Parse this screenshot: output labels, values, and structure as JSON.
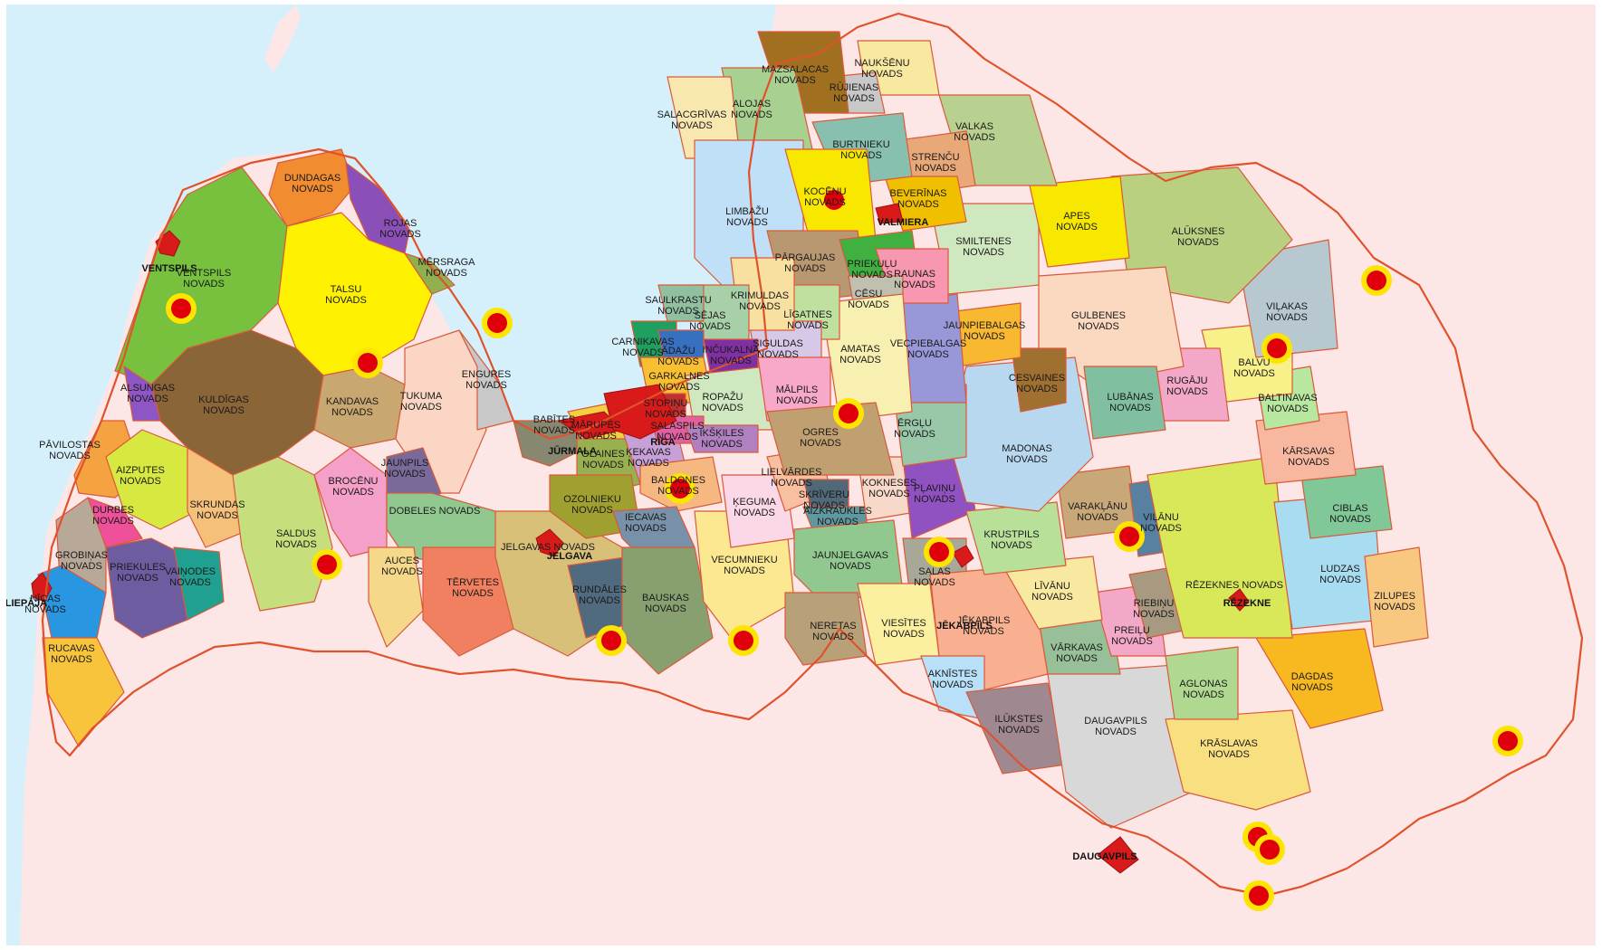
{
  "map": {
    "colors": {
      "sea": "#d6f0fb",
      "land_outside": "#fde6e6",
      "border": "#e0522c",
      "marker_ring": "#ffe400",
      "marker_dot": "#e0000b"
    },
    "cities": [
      "VENTSPILS",
      "LIEPĀJA",
      "JŪRMALA",
      "RĪGA",
      "JELGAVA",
      "VALMIERA",
      "JĒKABPILS",
      "RĒZEKNE",
      "DAUGAVPILS"
    ],
    "municipalities": [
      {
        "name": "DUNDAGAS",
        "suffix": "NOVADS",
        "color": "#f18c30"
      },
      {
        "name": "ROJAS",
        "suffix": "NOVADS",
        "color": "#8b4fb8"
      },
      {
        "name": "VENTSPILS",
        "suffix": "NOVADS",
        "color": "#78c13e"
      },
      {
        "name": "TALSU",
        "suffix": "NOVADS",
        "color": "#fff200"
      },
      {
        "name": "MĒRSRAGA",
        "suffix": "NOVADS",
        "color": "#90b050"
      },
      {
        "name": "KULDĪGAS",
        "suffix": "NOVADS",
        "color": "#8a6538"
      },
      {
        "name": "ALSUNGAS",
        "suffix": "NOVADS",
        "color": "#8e56c4"
      },
      {
        "name": "KANDAVAS",
        "suffix": "NOVADS",
        "color": "#c8a870"
      },
      {
        "name": "TUKUMA",
        "suffix": "NOVADS",
        "color": "#fbd6c4"
      },
      {
        "name": "ENGURES",
        "suffix": "NOVADS",
        "color": "#c8c8c8"
      },
      {
        "name": "PĀVILOSTAS",
        "suffix": "NOVADS",
        "color": "#f4a340"
      },
      {
        "name": "AIZPUTES",
        "suffix": "NOVADS",
        "color": "#d7e840"
      },
      {
        "name": "DURBES",
        "suffix": "NOVADS",
        "color": "#ee5099"
      },
      {
        "name": "SKRUNDAS",
        "suffix": "NOVADS",
        "color": "#f5c07a"
      },
      {
        "name": "SALDUS",
        "suffix": "NOVADS",
        "color": "#c6df7c"
      },
      {
        "name": "BROCĒNU",
        "suffix": "NOVADS",
        "color": "#f4a0c8"
      },
      {
        "name": "JAUNPILS",
        "suffix": "NOVADS",
        "color": "#7a6a9a"
      },
      {
        "name": "DOBELES NOVADS",
        "suffix": "",
        "color": "#90c890"
      },
      {
        "name": "GROBIŅAS",
        "suffix": "NOVADS",
        "color": "#b8a898"
      },
      {
        "name": "PRIEKULES",
        "suffix": "NOVADS",
        "color": "#6e5ca0"
      },
      {
        "name": "VAIŅODES",
        "suffix": "NOVADS",
        "color": "#20a090"
      },
      {
        "name": "NĪCAS",
        "suffix": "NOVADS",
        "color": "#2896e0"
      },
      {
        "name": "RUCAVAS",
        "suffix": "NOVADS",
        "color": "#f8c43c"
      },
      {
        "name": "AUCES",
        "suffix": "NOVADS",
        "color": "#f5d88a"
      },
      {
        "name": "TĒRVETES",
        "suffix": "NOVADS",
        "color": "#f08060"
      },
      {
        "name": "JELGAVAS NOVADS",
        "suffix": "",
        "color": "#d8c078"
      },
      {
        "name": "BABĪTES",
        "suffix": "NOVADS",
        "color": "#888870"
      },
      {
        "name": "MĀRUPES",
        "suffix": "NOVADS",
        "color": "#f4d040"
      },
      {
        "name": "OLAINES",
        "suffix": "NOVADS",
        "color": "#98b050"
      },
      {
        "name": "ĶEKAVAS",
        "suffix": "NOVADS",
        "color": "#c8a0d8"
      },
      {
        "name": "OZOLNIEKU",
        "suffix": "NOVADS",
        "color": "#a0a030"
      },
      {
        "name": "BALDONES",
        "suffix": "NOVADS",
        "color": "#f4b880"
      },
      {
        "name": "IECAVAS",
        "suffix": "NOVADS",
        "color": "#7890a8"
      },
      {
        "name": "RUNDĀLES",
        "suffix": "NOVADS",
        "color": "#506a80"
      },
      {
        "name": "BAUSKAS",
        "suffix": "NOVADS",
        "color": "#88a070"
      },
      {
        "name": "VECUMNIEKU",
        "suffix": "NOVADS",
        "color": "#fbe890"
      },
      {
        "name": "ĶEGUMA",
        "suffix": "NOVADS",
        "color": "#fbd8e8"
      },
      {
        "name": "LIELVĀRDES",
        "suffix": "NOVADS",
        "color": "#f8c0a0"
      },
      {
        "name": "SKRĪVERU",
        "suffix": "NOVADS",
        "color": "#506878"
      },
      {
        "name": "AIZKRAUKLES",
        "suffix": "NOVADS",
        "color": "#6098a0"
      },
      {
        "name": "KOKNESES",
        "suffix": "NOVADS",
        "color": "#f8d8c8"
      },
      {
        "name": "PĻAVIŅU",
        "suffix": "NOVADS",
        "color": "#8f52c0"
      },
      {
        "name": "JAUNJELGAVAS",
        "suffix": "NOVADS",
        "color": "#90c890"
      },
      {
        "name": "SALAS",
        "suffix": "NOVADS",
        "color": "#a8a898"
      },
      {
        "name": "NERETAS",
        "suffix": "NOVADS",
        "color": "#b8a078"
      },
      {
        "name": "VIESĪTES",
        "suffix": "NOVADS",
        "color": "#fbf0a0"
      },
      {
        "name": "JĒKABPILS",
        "suffix": "NOVADS",
        "color": "#f8b090"
      },
      {
        "name": "AKNĪSTES",
        "suffix": "NOVADS",
        "color": "#b8e0f8"
      },
      {
        "name": "ILŪKSTES",
        "suffix": "NOVADS",
        "color": "#a08890"
      },
      {
        "name": "DAUGAVPILS",
        "suffix": "NOVADS",
        "color": "#d8d8d8"
      },
      {
        "name": "KRĀSLAVAS",
        "suffix": "NOVADS",
        "color": "#f8e080"
      },
      {
        "name": "DAGDAS",
        "suffix": "NOVADS",
        "color": "#f8b820"
      },
      {
        "name": "AGLONAS",
        "suffix": "NOVADS",
        "color": "#b0d890"
      },
      {
        "name": "VĀRKAVAS",
        "suffix": "NOVADS",
        "color": "#98c098"
      },
      {
        "name": "PREIĻU",
        "suffix": "NOVADS",
        "color": "#f4a8c8"
      },
      {
        "name": "RIEBIŅU",
        "suffix": "NOVADS",
        "color": "#a89a80"
      },
      {
        "name": "LĪVĀNU",
        "suffix": "NOVADS",
        "color": "#f8e8a0"
      },
      {
        "name": "KRUSTPILS",
        "suffix": "NOVADS",
        "color": "#b8e098"
      },
      {
        "name": "VARAKĻĀNU",
        "suffix": "NOVADS",
        "color": "#c8a878"
      },
      {
        "name": "VIĻĀNU",
        "suffix": "NOVADS",
        "color": "#5880a0"
      },
      {
        "name": "RĒZEKNES NOVADS",
        "suffix": "",
        "color": "#d8e858"
      },
      {
        "name": "LUDZAS",
        "suffix": "NOVADS",
        "color": "#a8dcf0"
      },
      {
        "name": "ZILUPES",
        "suffix": "NOVADS",
        "color": "#f8c880"
      },
      {
        "name": "CIBLAS",
        "suffix": "NOVADS",
        "color": "#80c898"
      },
      {
        "name": "KĀRSAVAS",
        "suffix": "NOVADS",
        "color": "#f8b8a0"
      },
      {
        "name": "BALTINAVAS",
        "suffix": "NOVADS",
        "color": "#b8e8a0"
      },
      {
        "name": "BALVU",
        "suffix": "NOVADS",
        "color": "#f8f088"
      },
      {
        "name": "RUGĀJU",
        "suffix": "NOVADS",
        "color": "#f4a8c8"
      },
      {
        "name": "VIĻAKAS",
        "suffix": "NOVADS",
        "color": "#b8c8d0"
      },
      {
        "name": "ALŪKSNES",
        "suffix": "NOVADS",
        "color": "#b8d080"
      },
      {
        "name": "GULBENES",
        "suffix": "NOVADS",
        "color": "#fbd8c0"
      },
      {
        "name": "LUBĀNAS",
        "suffix": "NOVADS",
        "color": "#80c0a0"
      },
      {
        "name": "MADONAS",
        "suffix": "NOVADS",
        "color": "#b8d8f0"
      },
      {
        "name": "CESVAINES",
        "suffix": "NOVADS",
        "color": "#a07030"
      },
      {
        "name": "ĒRGĻU",
        "suffix": "NOVADS",
        "color": "#98c8a8"
      },
      {
        "name": "JAUNPIEBALGAS",
        "suffix": "NOVADS",
        "color": "#f8b830"
      },
      {
        "name": "VECPIEBALGAS",
        "suffix": "NOVADS",
        "color": "#9898d8"
      },
      {
        "name": "SMILTENES",
        "suffix": "NOVADS",
        "color": "#d0e8c0"
      },
      {
        "name": "APES",
        "suffix": "NOVADS",
        "color": "#f8e800"
      },
      {
        "name": "VALKAS",
        "suffix": "NOVADS",
        "color": "#b8d090"
      },
      {
        "name": "STRENČU",
        "suffix": "NOVADS",
        "color": "#e8a878"
      },
      {
        "name": "BEVERĪNAS",
        "suffix": "NOVADS",
        "color": "#f0c000"
      },
      {
        "name": "BURTNIEKU",
        "suffix": "NOVADS",
        "color": "#88c0b0"
      },
      {
        "name": "NAUKŠĒNU",
        "suffix": "NOVADS",
        "color": "#f8e8a0"
      },
      {
        "name": "RŪJIENAS",
        "suffix": "NOVADS",
        "color": "#c8c8c8"
      },
      {
        "name": "MAZSALACAS",
        "suffix": "NOVADS",
        "color": "#a07020"
      },
      {
        "name": "ALOJAS",
        "suffix": "NOVADS",
        "color": "#a8d090"
      },
      {
        "name": "SALACGRĪVAS",
        "suffix": "NOVADS",
        "color": "#f8e8b0"
      },
      {
        "name": "LIMBAŽU",
        "suffix": "NOVADS",
        "color": "#c0e0f8"
      },
      {
        "name": "KOCĒNU",
        "suffix": "NOVADS",
        "color": "#f8e800"
      },
      {
        "name": "PĀRGAUJAS",
        "suffix": "NOVADS",
        "color": "#b89870"
      },
      {
        "name": "PRIEKUĻU",
        "suffix": "NOVADS",
        "color": "#40b040"
      },
      {
        "name": "RAUNAS",
        "suffix": "NOVADS",
        "color": "#f898b0"
      },
      {
        "name": "CĒSU",
        "suffix": "NOVADS",
        "color": "#c0c0b0"
      },
      {
        "name": "AMATAS",
        "suffix": "NOVADS",
        "color": "#f8f0b0"
      },
      {
        "name": "LĪGATNES",
        "suffix": "NOVADS",
        "color": "#c0e0a0"
      },
      {
        "name": "SIGULDAS",
        "suffix": "NOVADS",
        "color": "#d8c8e8"
      },
      {
        "name": "KRIMULDAS",
        "suffix": "NOVADS",
        "color": "#f8e0a0"
      },
      {
        "name": "SĒJAS",
        "suffix": "NOVADS",
        "color": "#a8d0a8"
      },
      {
        "name": "SAULKRASTU",
        "suffix": "NOVADS",
        "color": "#90c0a0"
      },
      {
        "name": "CARNIKAVAS",
        "suffix": "NOVADS",
        "color": "#20a060"
      },
      {
        "name": "ĀDAŽU",
        "suffix": "NOVADS",
        "color": "#3870c0"
      },
      {
        "name": "INČUKALNA",
        "suffix": "NOVADS",
        "color": "#8030a0"
      },
      {
        "name": "GARKALNES",
        "suffix": "NOVADS",
        "color": "#f8c030"
      },
      {
        "name": "ROPAŽU",
        "suffix": "NOVADS",
        "color": "#d0e8c0"
      },
      {
        "name": "MĀLPILS",
        "suffix": "NOVADS",
        "color": "#f8a8c8"
      },
      {
        "name": "OGRES",
        "suffix": "NOVADS",
        "color": "#c0a070"
      },
      {
        "name": "STOPIŅU",
        "suffix": "NOVADS",
        "color": "#c03030"
      },
      {
        "name": "SALASPILS",
        "suffix": "NOVADS",
        "color": "#e060a0"
      },
      {
        "name": "IKŠĶILES",
        "suffix": "NOVADS",
        "color": "#b080c0"
      }
    ]
  }
}
